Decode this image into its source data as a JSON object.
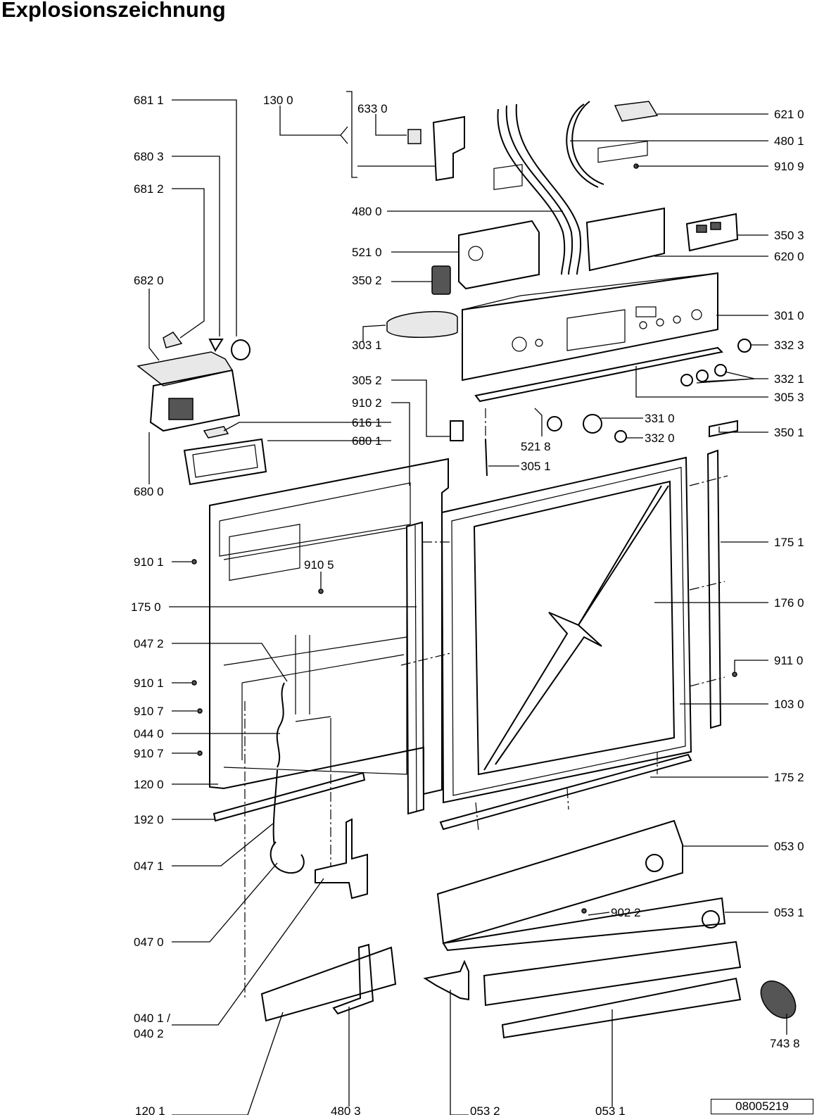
{
  "title": "Explosionszeichnung",
  "drawing_number": "08005219",
  "labels": [
    {
      "id": "l681-1",
      "text": "681 1"
    },
    {
      "id": "l130-0",
      "text": "130 0"
    },
    {
      "id": "l633-0",
      "text": "633 0"
    },
    {
      "id": "l621-0",
      "text": "621 0"
    },
    {
      "id": "l480-1",
      "text": "480 1"
    },
    {
      "id": "l910-9",
      "text": "910 9"
    },
    {
      "id": "l680-3",
      "text": "680 3"
    },
    {
      "id": "l681-2",
      "text": "681 2"
    },
    {
      "id": "l480-0",
      "text": "480 0"
    },
    {
      "id": "l350-3",
      "text": "350 3"
    },
    {
      "id": "l521-0",
      "text": "521 0"
    },
    {
      "id": "l620-0",
      "text": "620 0"
    },
    {
      "id": "l682-0",
      "text": "682 0"
    },
    {
      "id": "l350-2",
      "text": "350 2"
    },
    {
      "id": "l301-0",
      "text": "301 0"
    },
    {
      "id": "l303-1",
      "text": "303 1"
    },
    {
      "id": "l332-3",
      "text": "332 3"
    },
    {
      "id": "l305-2",
      "text": "305 2"
    },
    {
      "id": "l332-1",
      "text": "332 1"
    },
    {
      "id": "l910-2",
      "text": "910 2"
    },
    {
      "id": "l305-3",
      "text": "305 3"
    },
    {
      "id": "l616-1",
      "text": "616 1"
    },
    {
      "id": "l331-0",
      "text": "331 0"
    },
    {
      "id": "l680-1",
      "text": "680 1"
    },
    {
      "id": "l521-8",
      "text": "521 8"
    },
    {
      "id": "l332-0",
      "text": "332 0"
    },
    {
      "id": "l350-1",
      "text": "350 1"
    },
    {
      "id": "l305-1",
      "text": "305 1"
    },
    {
      "id": "l680-0",
      "text": "680 0"
    },
    {
      "id": "l175-1",
      "text": "175 1"
    },
    {
      "id": "l910-1a",
      "text": "910 1"
    },
    {
      "id": "l910-5",
      "text": "910 5"
    },
    {
      "id": "l175-0",
      "text": "175 0"
    },
    {
      "id": "l176-0",
      "text": "176 0"
    },
    {
      "id": "l047-2",
      "text": "047 2"
    },
    {
      "id": "l911-0",
      "text": "911 0"
    },
    {
      "id": "l910-1b",
      "text": "910 1"
    },
    {
      "id": "l910-7a",
      "text": "910 7"
    },
    {
      "id": "l103-0",
      "text": "103 0"
    },
    {
      "id": "l044-0",
      "text": "044 0"
    },
    {
      "id": "l910-7b",
      "text": "910 7"
    },
    {
      "id": "l120-0",
      "text": "120 0"
    },
    {
      "id": "l175-2",
      "text": "175 2"
    },
    {
      "id": "l192-0",
      "text": "192 0"
    },
    {
      "id": "l053-0",
      "text": "053 0"
    },
    {
      "id": "l047-1",
      "text": "047 1"
    },
    {
      "id": "l902-2",
      "text": "902 2"
    },
    {
      "id": "l053-1a",
      "text": "053 1"
    },
    {
      "id": "l047-0",
      "text": "047 0"
    },
    {
      "id": "l040-1",
      "text": "040 1 /"
    },
    {
      "id": "l040-2",
      "text": "040 2"
    },
    {
      "id": "l743-8",
      "text": "743 8"
    },
    {
      "id": "l120-1",
      "text": "120 1"
    },
    {
      "id": "l480-3",
      "text": "480 3"
    },
    {
      "id": "l053-2",
      "text": "053 2"
    },
    {
      "id": "l053-1b",
      "text": "053 1"
    }
  ]
}
